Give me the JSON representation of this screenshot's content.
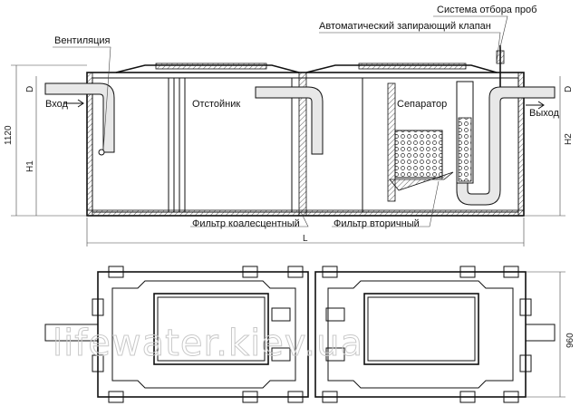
{
  "labels": {
    "sampling_system": "Система отбора проб",
    "auto_valve": "Автоматический запирающий клапан",
    "ventilation": "Вентиляция",
    "settler": "Отстойник",
    "separator": "Сепаратор",
    "inlet": "Вход",
    "outlet": "Выход",
    "coalescent_filter": "Фильтр коалесцентный",
    "secondary_filter": "Фильтр вторичный"
  },
  "dimensions": {
    "height_total": "1120",
    "h1": "H1",
    "h2": "H2",
    "d_left": "D",
    "d_right": "D",
    "length": "L",
    "width": "960"
  },
  "watermark": "lifewater.kiev.ua"
}
